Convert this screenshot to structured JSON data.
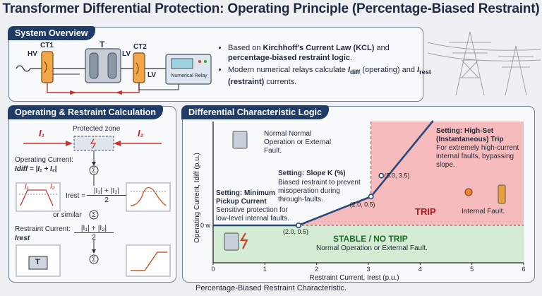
{
  "title": "Transformer Differential Protection: Operating Principle (Percentage-Biased Restraint)",
  "overview": {
    "heading": "System Overview",
    "labels": {
      "hv": "HV",
      "ct1": "CT1",
      "t": "T",
      "lv_top": "LV",
      "ct2": "CT2",
      "lv_bottom": "LV",
      "relay": "Numerical Relay"
    },
    "bullet1_pre": "Based on ",
    "bullet1_b1": "Kirchhoff's Current Law (KCL)",
    "bullet1_mid": " and ",
    "bullet1_b2": "percentage-biased restraint logic",
    "bullet1_post": ".",
    "bullet2_pre": "Modern numerical relays calculate ",
    "bullet2_i1": "I",
    "bullet2_s1": "diff",
    "bullet2_mid": " (operating) and ",
    "bullet2_i2": "I",
    "bullet2_s2": "rest",
    "bullet2_b": " (restraint)",
    "bullet2_post": " currents."
  },
  "calc": {
    "heading": "Operating & Restraint Calculation",
    "protected_zone": "Protected zone",
    "i1": "I₁",
    "i2": "I₂",
    "op_label": "Operating Current:",
    "op_formula": "Idiff = |I₁ + I₂|",
    "i1_small": "I₁",
    "i2_small": "I₂",
    "irest_eq": "Irest =",
    "frac_num": "|I₁| + |I₂|",
    "frac_den": "2",
    "or_similar": "or similar",
    "rest_label": "Restraint Current:",
    "rest_sym": "Irest",
    "sigma": "Σ",
    "t_label": "T"
  },
  "logic": {
    "heading": "Differential Characteristic Logic",
    "normal_op": "Normal Normal Operation or External Fault.",
    "pickup_title": "Setting: Minimum Pickup Current",
    "pickup_desc": "Sensitive protection for low-level internal faults.",
    "slope_title": "Setting: Slope K (%)",
    "slope_desc": "Biased restraint to prevent misoperation during through-faults.",
    "highset_title": "Setting: High-Set (Instantaneous) Trip",
    "highset_desc": "For extremely high-current internal faults, bypassing slope.",
    "trip": "TRIP",
    "internal_fault": "Internal Fault.",
    "stable": "STABLE / NO TRIP",
    "stable_desc": "Normal Operation or External Fault.",
    "colors": {
      "trip": "#f6b1b1",
      "stable": "#cfeacf",
      "curve": "#2a4a7a"
    }
  },
  "chart_data": {
    "type": "line",
    "xlabel": "Restraint Current, Irest (p.u.)",
    "ylabel": "Operating Current, Idiff (p.u.)",
    "xlim": [
      0,
      6
    ],
    "x_ticks": [
      "0",
      "1",
      "2",
      "3",
      "4",
      "5",
      "6"
    ],
    "y_tick_label": "0 w",
    "y_tick_value": 0.5,
    "series": [
      {
        "x": [
          0,
          1.65,
          3.05,
          4.25
        ],
        "y": [
          0.5,
          0.5,
          1.6,
          4.5
        ]
      }
    ],
    "point_labels": [
      "(2.0, 0.5)",
      "(2.0, 0.5)",
      "(5.0, 3.5)"
    ],
    "caption": "Percentage-Biased Restraint Characteristic."
  }
}
